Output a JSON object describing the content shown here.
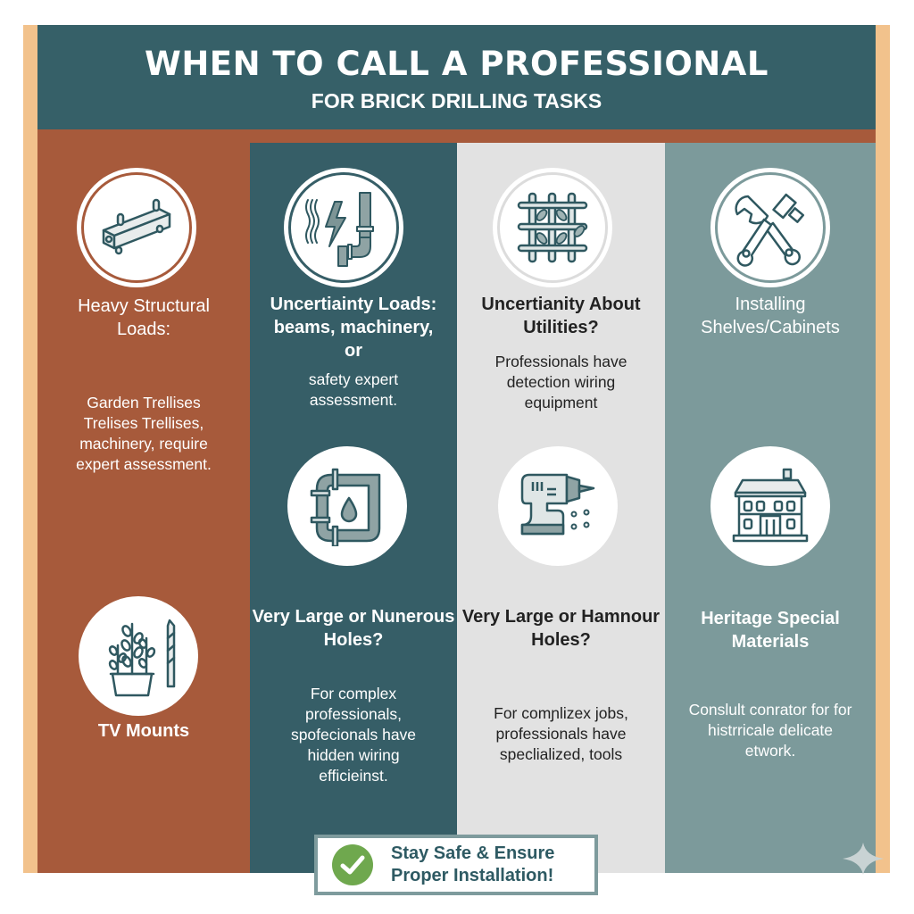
{
  "header": {
    "title": "WHEN TO CALL A PROFESSIONAL",
    "subtitle": "FOR BRICK DRILLING TASKS"
  },
  "colors": {
    "header_teal": "#366068",
    "rust": "#A75A3B",
    "dark_teal": "#365E67",
    "light_gray": "#E2E2E2",
    "sage": "#7C9A9B",
    "peach_frame": "#F2C28C",
    "check_green": "#6FA84E"
  },
  "columns": [
    {
      "top": {
        "icon": "steel-beam-icon",
        "title": "Heavy Structural Loads:",
        "body": "Garden Trellises Trelises Trellises, machinery, require expert assessment."
      },
      "bottom": {
        "icon": "plant-and-drill-bit-icon",
        "title": "TV Mounts",
        "body": ""
      }
    },
    {
      "top": {
        "icon": "utilities-electric-pipe-icon",
        "title": "Uncertiainty Loads: beams, machinery, or",
        "body": "safety expert assessment."
      },
      "bottom": {
        "icon": "water-pipe-leak-icon",
        "title": "Very Large or Nunerous Holes?",
        "body": "For complex professionals, sрofecionals have hidden wiring efficieinst."
      }
    },
    {
      "top": {
        "icon": "trellis-icon",
        "title": "Uncertianity About Utilities?",
        "body": "Professionals have detection wiring equipment"
      },
      "bottom": {
        "icon": "power-drill-icon",
        "title": "Very Large or Hamnour Holes?",
        "body": "For comɲlizex jobs, professionals have speclialized, tools"
      }
    },
    {
      "top": {
        "icon": "wrench-hammer-icon",
        "title": "Installing Shelves/Cabinets",
        "body": ""
      },
      "bottom": {
        "icon": "heritage-building-icon",
        "title": "Heritage Special Materials",
        "body": "Conslult conrator for for histrricale delicate etwork."
      }
    }
  ],
  "banner": {
    "icon": "check-circle-icon",
    "line1": "Stay Safe & Ensure",
    "line2": "Proper Installation!"
  }
}
